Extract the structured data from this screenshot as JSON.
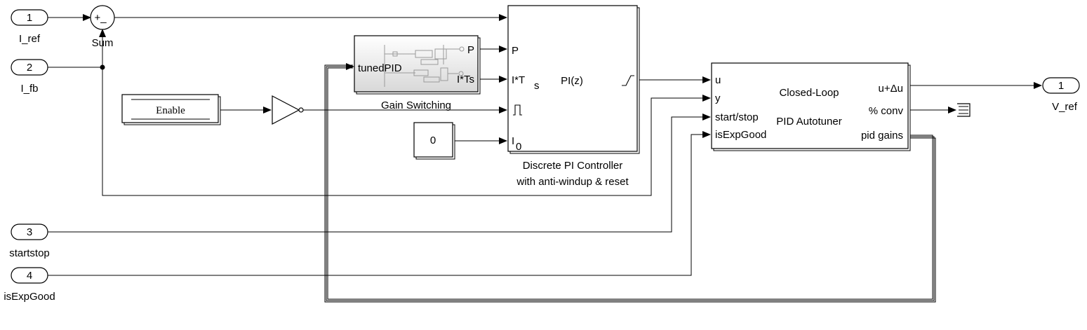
{
  "inports": [
    {
      "number": "1",
      "name": "I_ref"
    },
    {
      "number": "2",
      "name": "I_fb"
    },
    {
      "number": "3",
      "name": "startstop"
    },
    {
      "number": "4",
      "name": "isExpGood"
    }
  ],
  "outport": {
    "number": "1",
    "name": "V_ref"
  },
  "sum_block": {
    "name": "Sum",
    "signs": "+_"
  },
  "enable_block": {
    "label": "Enable"
  },
  "constant_block": {
    "value": "0"
  },
  "gain_switching": {
    "name": "Gain Switching",
    "input_label": "tunedPID",
    "output_labels": [
      "P",
      "I*Ts"
    ]
  },
  "pi_controller": {
    "title": "PI(z)",
    "caption_line1": "Discrete PI Controller",
    "caption_line2": "with anti-windup & reset",
    "input_ports": [
      "P",
      "I*T",
      "s",
      "I",
      "0"
    ]
  },
  "autotuner": {
    "title_line1": "Closed-Loop",
    "title_line2": "PID Autotuner",
    "input_ports": [
      "u",
      "y",
      "start/stop",
      "isExpGood"
    ],
    "output_ports": [
      "u+Δu",
      "% conv",
      "pid gains"
    ]
  }
}
